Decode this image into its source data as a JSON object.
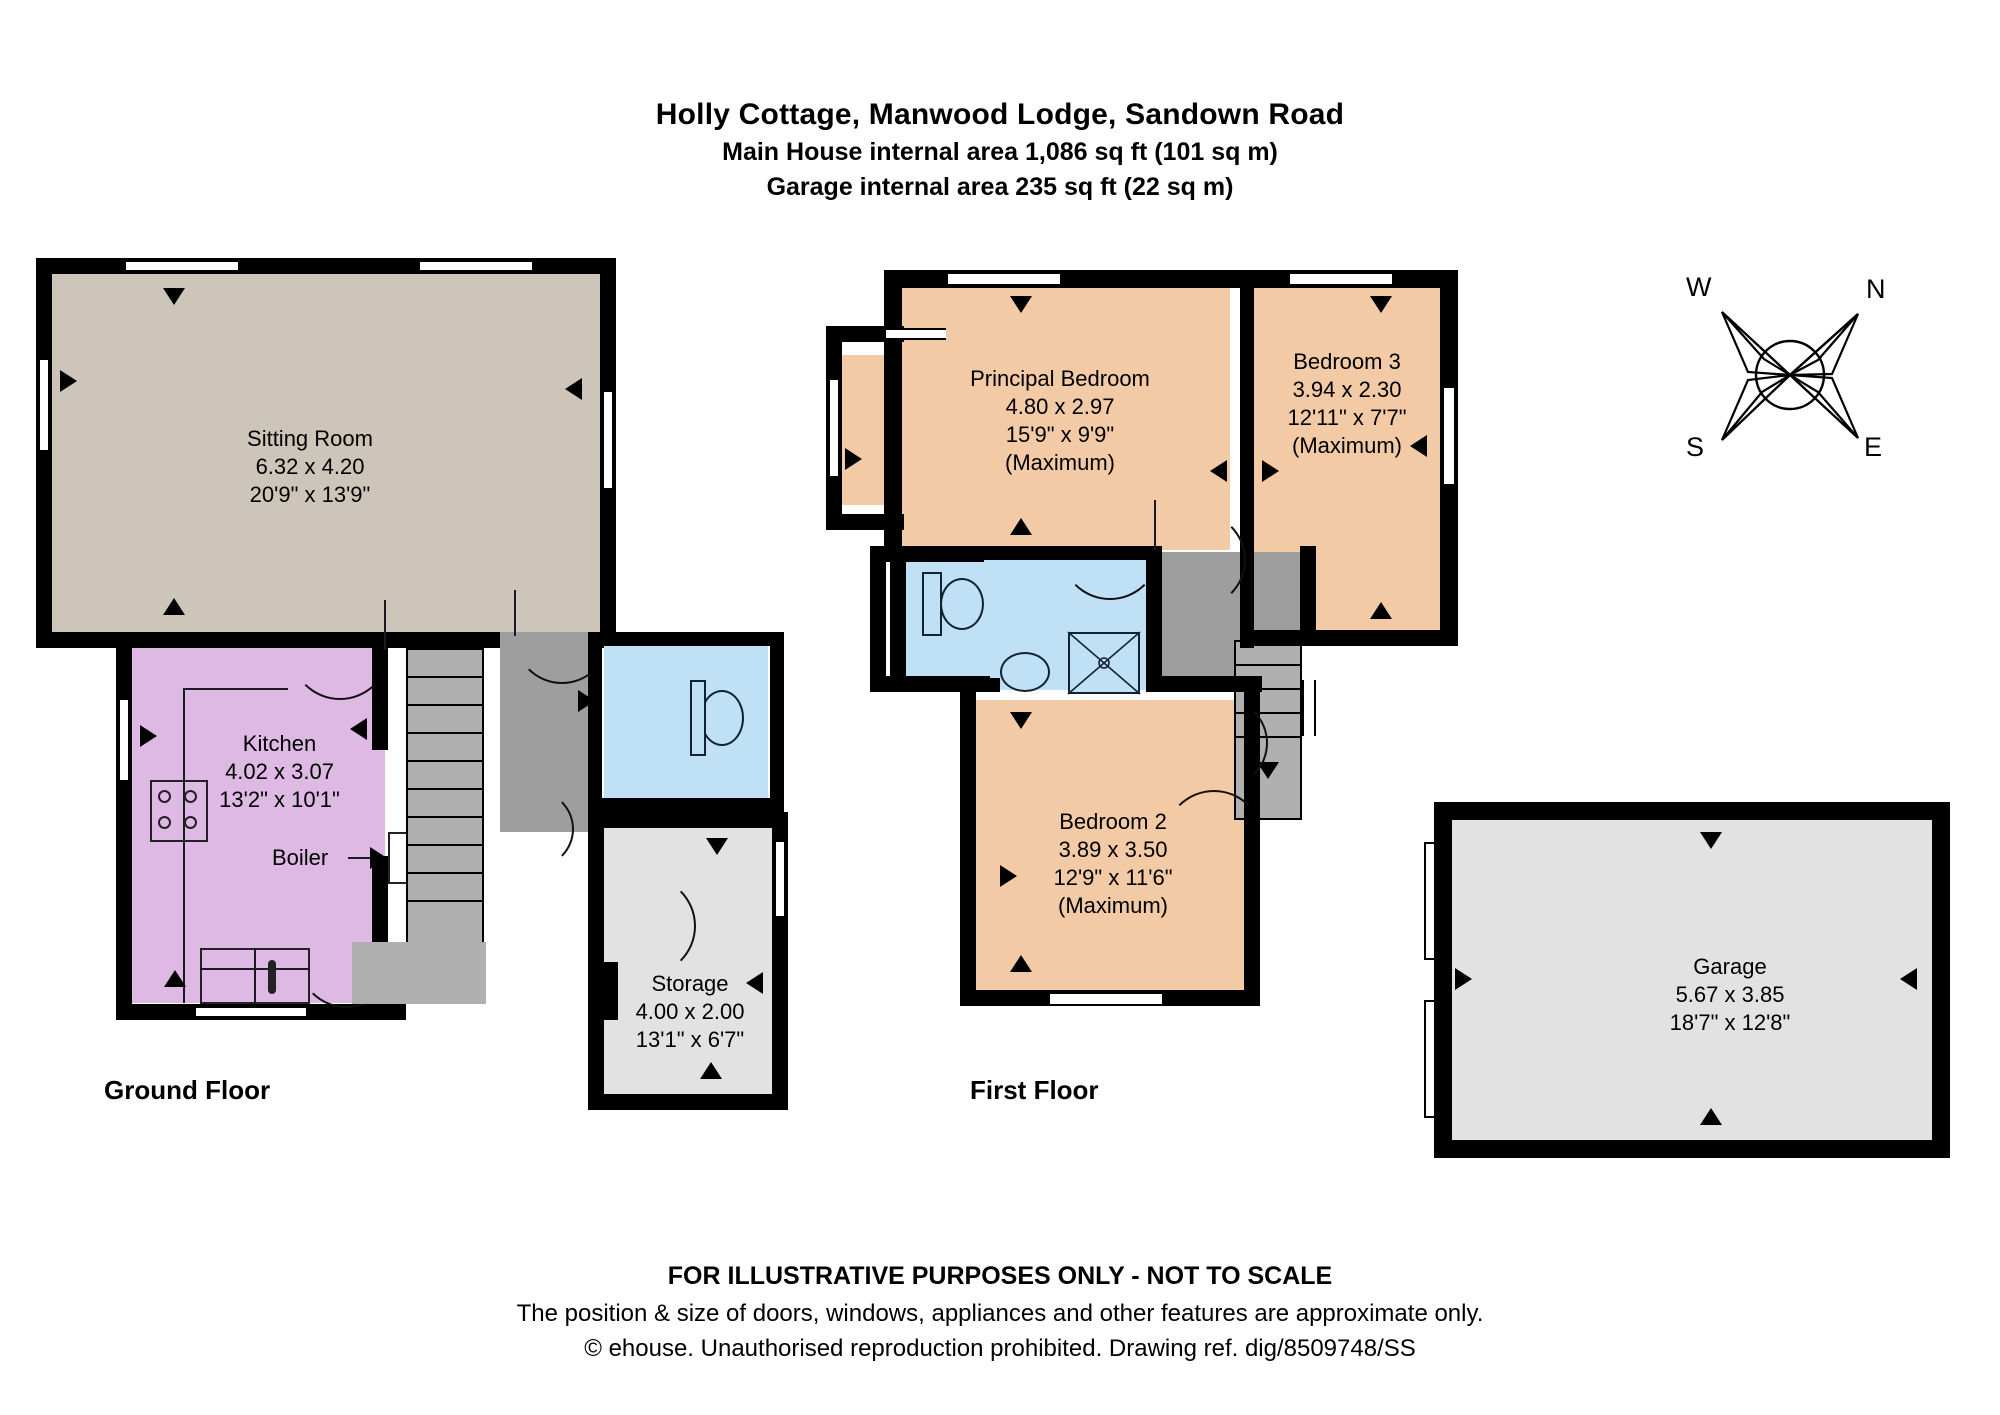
{
  "header": {
    "title": "Holly Cottage, Manwood Lodge, Sandown Road",
    "main_area": "Main House internal area 1,086 sq ft (101 sq m)",
    "garage_area": "Garage internal area 235 sq ft (22 sq m)"
  },
  "floors": {
    "ground_label": "Ground Floor",
    "first_label": "First Floor"
  },
  "rooms": {
    "sitting": {
      "name": "Sitting Room",
      "metric": "6.32 x 4.20",
      "imperial": "20'9\" x 13'9\"",
      "color": "#cdc5ba"
    },
    "kitchen": {
      "name": "Kitchen",
      "metric": "4.02 x 3.07",
      "imperial": "13'2\" x 10'1\"",
      "color": "#ddb9e4"
    },
    "boiler": {
      "name": "Boiler"
    },
    "storage": {
      "name": "Storage",
      "metric": "4.00 x 2.00",
      "imperial": "13'1\" x 6'7\"",
      "color": "#e2e2e2"
    },
    "principal": {
      "name": "Principal Bedroom",
      "metric": "4.80 x 2.97",
      "imperial": "15'9\" x 9'9\"",
      "note": "(Maximum)",
      "color": "#f2caa5"
    },
    "bedroom3": {
      "name": "Bedroom 3",
      "metric": "3.94 x 2.30",
      "imperial": "12'11\" x 7'7\"",
      "note": "(Maximum)",
      "color": "#f2caa5"
    },
    "bedroom2": {
      "name": "Bedroom 2",
      "metric": "3.89 x 3.50",
      "imperial": "12'9\" x 11'6\"",
      "note": "(Maximum)",
      "color": "#f2caa5"
    },
    "garage": {
      "name": "Garage",
      "metric": "5.67 x 3.85",
      "imperial": "18'7\" x 12'8\"",
      "color": "#e2e2e2"
    }
  },
  "compass": {
    "n": "N",
    "e": "E",
    "s": "S",
    "w": "W"
  },
  "footer": {
    "line1": "FOR ILLUSTRATIVE PURPOSES ONLY - NOT TO SCALE",
    "line2": "The position & size of doors, windows, appliances and other features are approximate only.",
    "line3": "© ehouse. Unauthorised reproduction prohibited. Drawing ref. dig/8509748/SS"
  }
}
